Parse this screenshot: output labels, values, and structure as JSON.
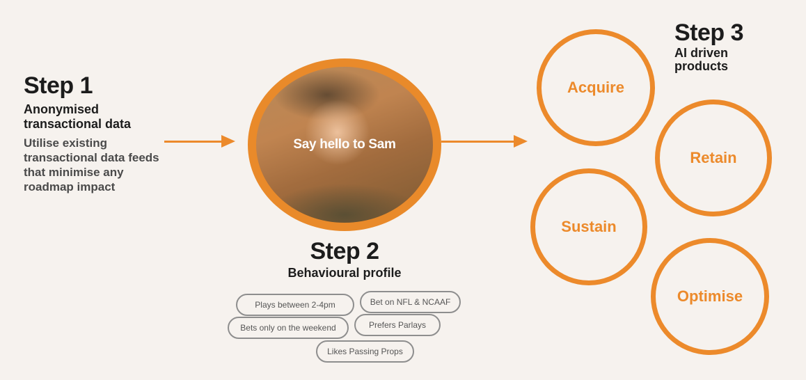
{
  "step1": {
    "title": "Step 1",
    "subtitle": "Anonymised transactional data",
    "body": "Utilise existing transactional data feeds that minimise any roadmap impact"
  },
  "center": {
    "portrait_label": "Say hello to Sam"
  },
  "step2": {
    "title": "Step 2",
    "subtitle": "Behavioural profile",
    "traits": [
      "Plays between 2-4pm",
      "Bet on NFL & NCAAF",
      "Bets only on the weekend",
      "Prefers Parlays",
      "Likes Passing Props"
    ]
  },
  "step3": {
    "title": "Step 3",
    "subtitle": "AI driven products",
    "products": [
      "Acquire",
      "Retain",
      "Sustain",
      "Optimise"
    ]
  },
  "colors": {
    "accent": "#ec8a2b",
    "background": "#f6f2ee",
    "text": "#1c1c1c",
    "chip_border": "#8e8e8e"
  }
}
